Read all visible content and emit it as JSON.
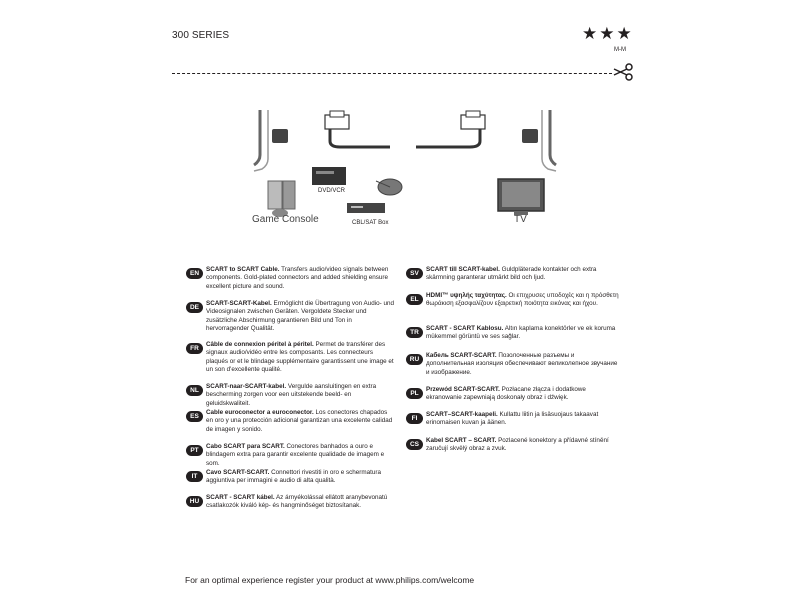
{
  "header": {
    "series": "300 SERIES",
    "stars": "★★★",
    "rating_label": "M-M"
  },
  "diagram": {
    "game_console": "Game Console",
    "dvd_vcr": "DVD/VCR",
    "cbl_sat": "CBL/SAT Box",
    "tv": "TV"
  },
  "languages_left": [
    {
      "code": "EN",
      "title": "SCART to SCART Cable.",
      "text": "Transfers audio/video signals between components. Gold-plated connectors and added shielding ensure excellent picture and sound."
    },
    {
      "code": "DE",
      "title": "SCART-SCART-Kabel.",
      "text": "Ermöglicht die Übertragung von Audio- und Videosignalen zwischen Geräten. Vergoldete Stecker und zusätzliche Abschirmung garantieren Bild und Ton in hervorragender Qualität."
    },
    {
      "code": "FR",
      "title": "Câble de connexion péritel à péritel.",
      "text": "Permet de transférer des signaux audio/vidéo entre les composants. Les connecteurs plaqués or et le blindage supplémentaire garantissent une image et un son d'excellente qualité."
    },
    {
      "code": "NL",
      "title": "SCART-naar-SCART-kabel.",
      "text": "Vergulde aansluitingen en extra bescherming zorgen voor een uitstekende beeld- en geluidskwaliteit."
    },
    {
      "code": "ES",
      "title": "Cable euroconector a euroconector.",
      "text": "Los conectores chapados en oro y una protección adicional garantizan una excelente calidad de imagen y sonido."
    },
    {
      "code": "PT",
      "title": "Cabo SCART para SCART.",
      "text": "Conectores banhados a ouro e blindagem extra para garantir excelente qualidade de imagem e som."
    },
    {
      "code": "IT",
      "title": "Cavo SCART-SCART.",
      "text": "Connettori rivestiti in oro e schermatura aggiuntiva per immagini e audio di alta qualità."
    },
    {
      "code": "HU",
      "title": "SCART - SCART kábel.",
      "text": "Az árnyékolással ellátott aranybevonatú csatlakozók kiváló kép- és hangminőséget biztosítanak."
    }
  ],
  "languages_right": [
    {
      "code": "SV",
      "title": "SCART till SCART-kabel.",
      "text": "Guldpläterade kontakter och extra skärmning garanterar utmärkt bild och ljud."
    },
    {
      "code": "EL",
      "title": "HDMI™ υψηλής ταχύτητας.",
      "text": "Οι επιχρυσες υποδοχές και η πρόσθετη θωράκιση εξασφαλίζουν εξαιρετική ποιότητα εικόνας και ήχου."
    },
    {
      "code": "TR",
      "title": "SCART - SCART Kablosu.",
      "text": "Altın kaplama konektörler ve ek koruma mükemmel görüntü ve ses sağlar."
    },
    {
      "code": "RU",
      "title": "Кабель SCART-SCART.",
      "text": "Позолоченные разъемы и дополнительная изоляция обеспечивают великолепное звучание и изображение."
    },
    {
      "code": "PL",
      "title": "Przewód SCART-SCART.",
      "text": "Pozłacane złącza i dodatkowe ekranowanie zapewniają doskonały obraz i dźwięk."
    },
    {
      "code": "FI",
      "title": "SCART–SCART-kaapeli.",
      "text": "Kullattu liitin ja lisäsuojaus takaavat erinomaisen kuvan ja äänen."
    },
    {
      "code": "CS",
      "title": "Kabel SCART – SCART.",
      "text": "Pozlacené konektory a přídavné stínění zaručují skvělý obraz a zvuk."
    }
  ],
  "footer": {
    "text": "For an optimal experience register your product at www.philips.com/welcome"
  }
}
